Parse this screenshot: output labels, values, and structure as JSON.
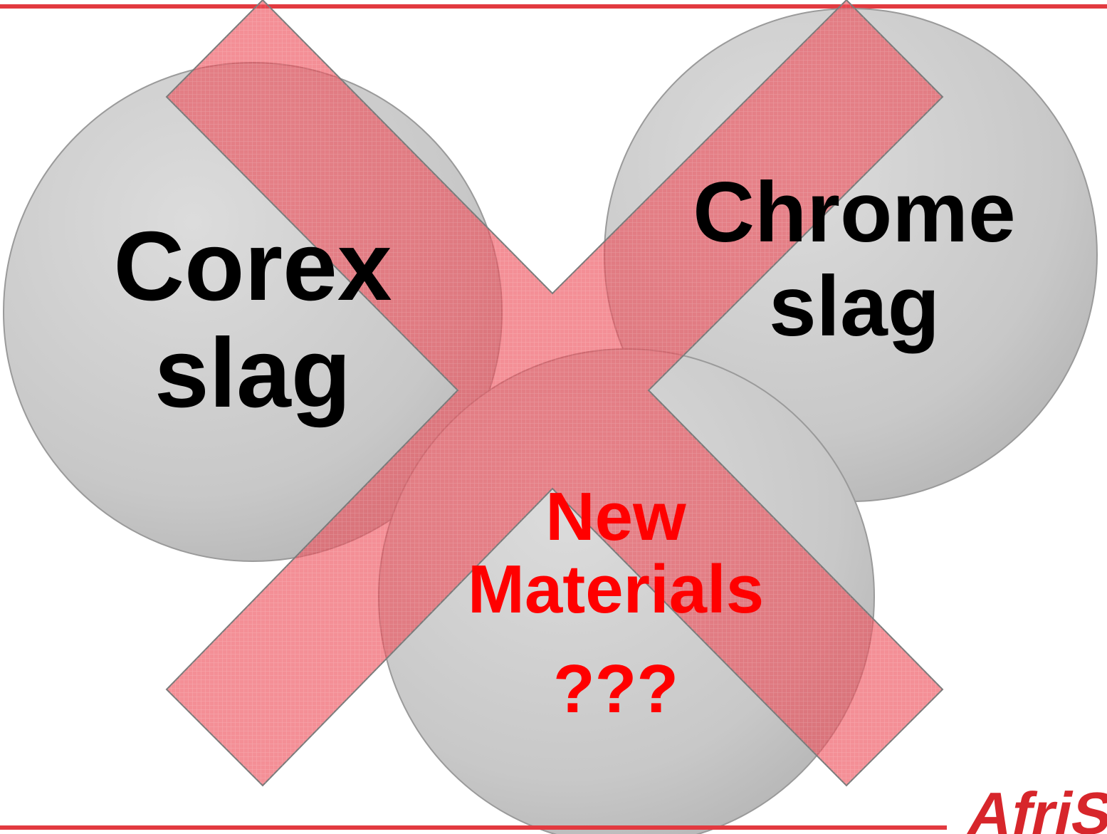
{
  "colors": {
    "rule": "#e23a40",
    "circle_fill": "#c6c6c6",
    "circle_stroke": "#9a9a9a",
    "cross_fill": "#ee4b55",
    "cross_stroke": "#7a7a7a",
    "label_dark": "#000000",
    "label_red": "#ff0000",
    "logo": "#d7262b"
  },
  "circles": {
    "corex": {
      "line1": "Corex",
      "line2": "slag"
    },
    "chrome": {
      "line1": "Chrome",
      "line2": "slag"
    },
    "new_materials": {
      "line1": "New",
      "line2": "Materials",
      "line3": "???"
    }
  },
  "overlay": {
    "icon": "cross-out-icon"
  },
  "logo": {
    "text": "AfriS"
  }
}
